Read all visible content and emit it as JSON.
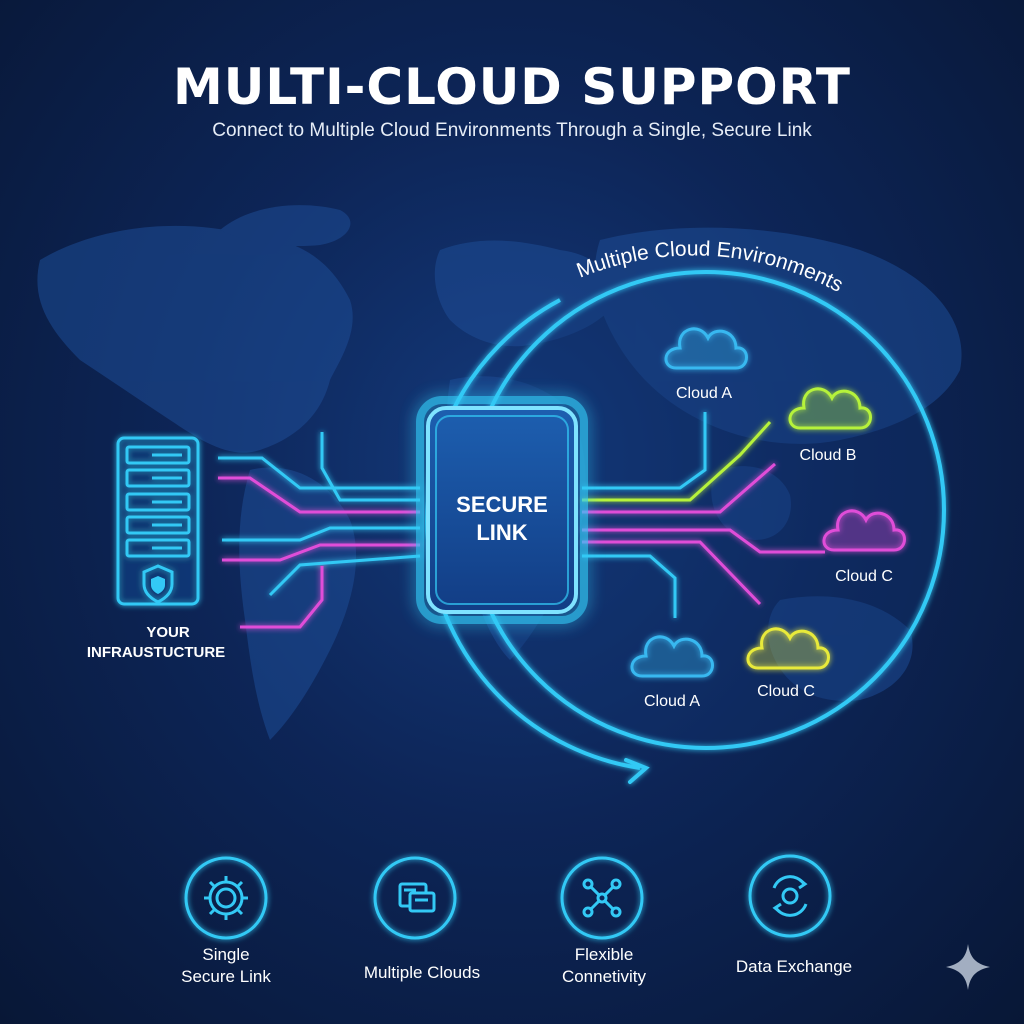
{
  "header": {
    "title": "MULTI-CLOUD SUPPORT",
    "subtitle": "Connect to Multiple Cloud Environments Through a Single, Secure Link"
  },
  "diagram": {
    "ring_label": "Multiple Cloud Environments",
    "infrastructure_label_line1": "YOUR",
    "infrastructure_label_line2": "INFRAUSTUCTURE",
    "hub_label_line1": "SECURE",
    "hub_label_line2": "LINK",
    "clouds": [
      {
        "label": "Cloud A",
        "color": "#37b8f0"
      },
      {
        "label": "Cloud B",
        "color": "#b6f23a"
      },
      {
        "label": "Cloud C",
        "color": "#e04ed8"
      },
      {
        "label": "Cloud A",
        "color": "#37b8f0"
      },
      {
        "label": "Cloud C",
        "color": "#e8ea3a"
      }
    ]
  },
  "features": [
    {
      "line1": "Single",
      "line2": "Secure Link",
      "icon": "gear-icon"
    },
    {
      "line1": "Multiple Clouds",
      "line2": "",
      "icon": "windows-icon"
    },
    {
      "line1": "Flexible",
      "line2": "Connetivity",
      "icon": "network-icon"
    },
    {
      "line1": "Data Exchange",
      "line2": "",
      "icon": "exchange-icon"
    }
  ],
  "colors": {
    "cyan": "#33c9f5",
    "magenta": "#e04ed8",
    "lime": "#b6f23a",
    "background": "#0b1e46"
  }
}
